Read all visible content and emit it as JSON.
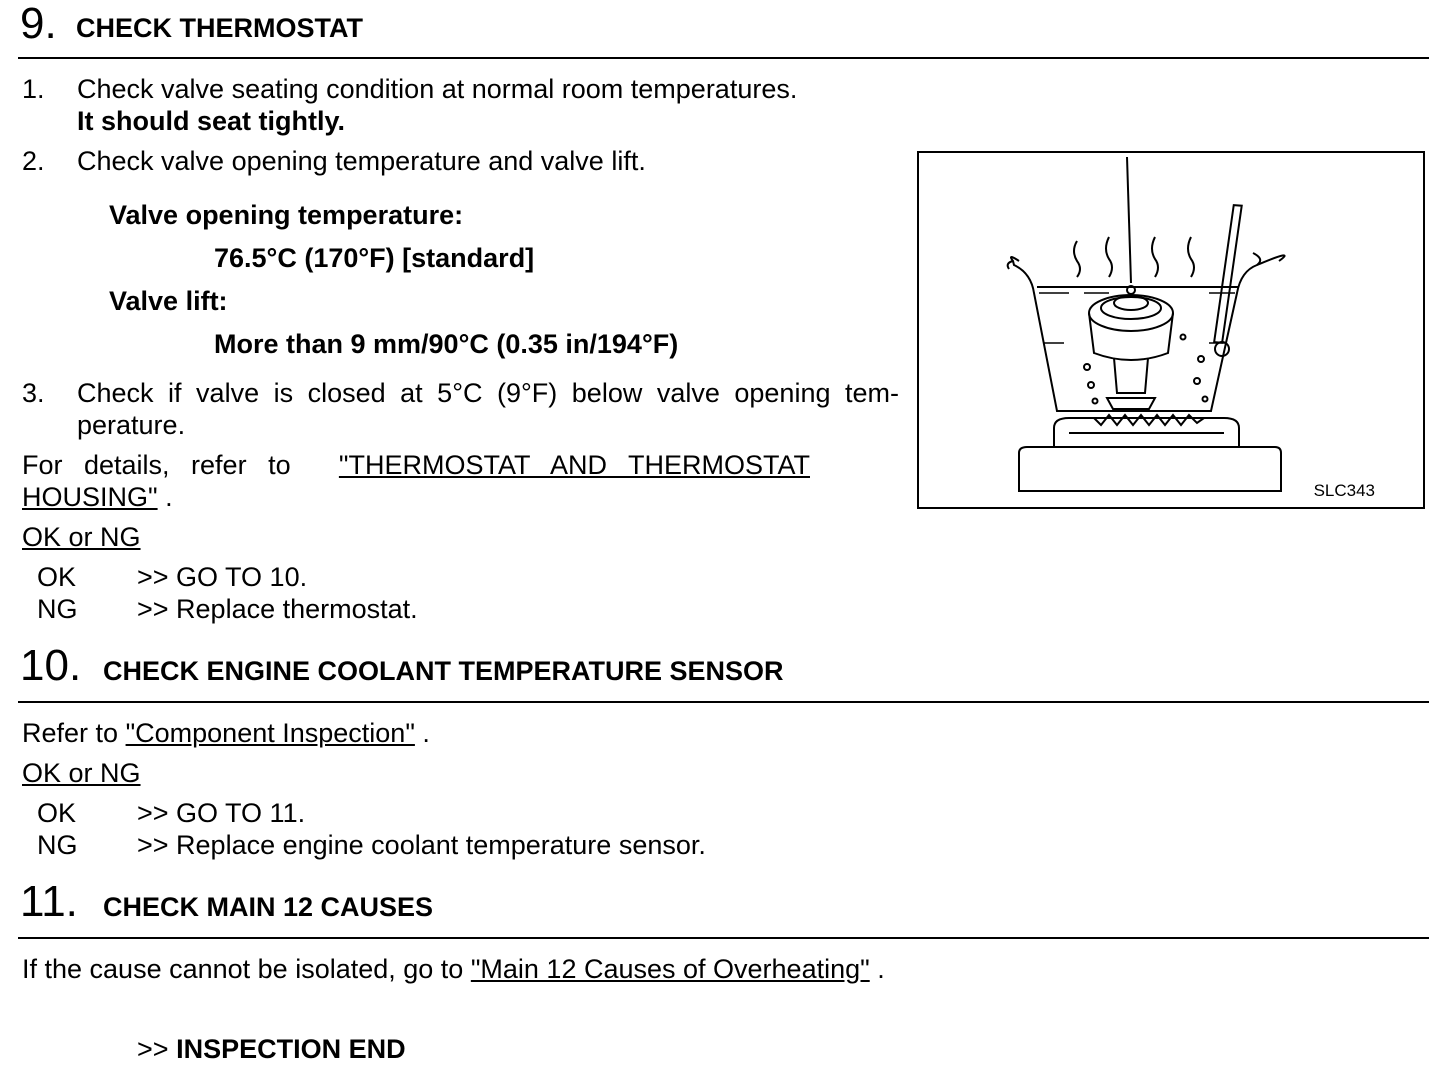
{
  "step9": {
    "number": "9.",
    "title": "CHECK THERMOSTAT",
    "item1_num": "1.",
    "item1_text": "Check valve seating condition at normal room temperatures.",
    "item1_note": "It should seat tightly.",
    "item2_num": "2.",
    "item2_text": "Check valve opening temperature and valve lift.",
    "spec_open_label": "Valve opening temperature:",
    "spec_open_value": "76.5°C (170°F) [standard]",
    "spec_lift_label": "Valve lift:",
    "spec_lift_value": "More than 9 mm/90°C (0.35 in/194°F)",
    "item3_num": "3.",
    "item3_line1": "Check if valve is closed at 5°C (9°F) below valve opening tem-",
    "item3_line2": "perature.",
    "details_prefix": "For details, refer to",
    "details_link_line1": "\"THERMOSTAT AND THERMOSTAT",
    "details_link_line2": "HOUSING\"",
    "details_suffix": ".",
    "ok_ng_heading": "OK or NG",
    "ok_label": "OK",
    "ok_text": ">> GO TO 10.",
    "ng_label": "NG",
    "ng_text": ">> Replace thermostat.",
    "figure_code": "SLC343"
  },
  "step10": {
    "number": "10.",
    "title": "CHECK ENGINE COOLANT TEMPERATURE SENSOR",
    "refer_prefix": "Refer to",
    "refer_link": "\"Component Inspection\"",
    "refer_suffix": ".",
    "ok_ng_heading": "OK or NG",
    "ok_label": "OK",
    "ok_text": ">> GO TO 11.",
    "ng_label": "NG",
    "ng_text": ">> Replace engine coolant temperature sensor."
  },
  "step11": {
    "number": "11.",
    "title": "CHECK MAIN 12 CAUSES",
    "text_prefix": "If the cause cannot be isolated, go to",
    "link": "\"Main 12 Causes of Overheating\"",
    "text_suffix": ".",
    "end_arrow": ">>",
    "end_text": "INSPECTION END"
  }
}
